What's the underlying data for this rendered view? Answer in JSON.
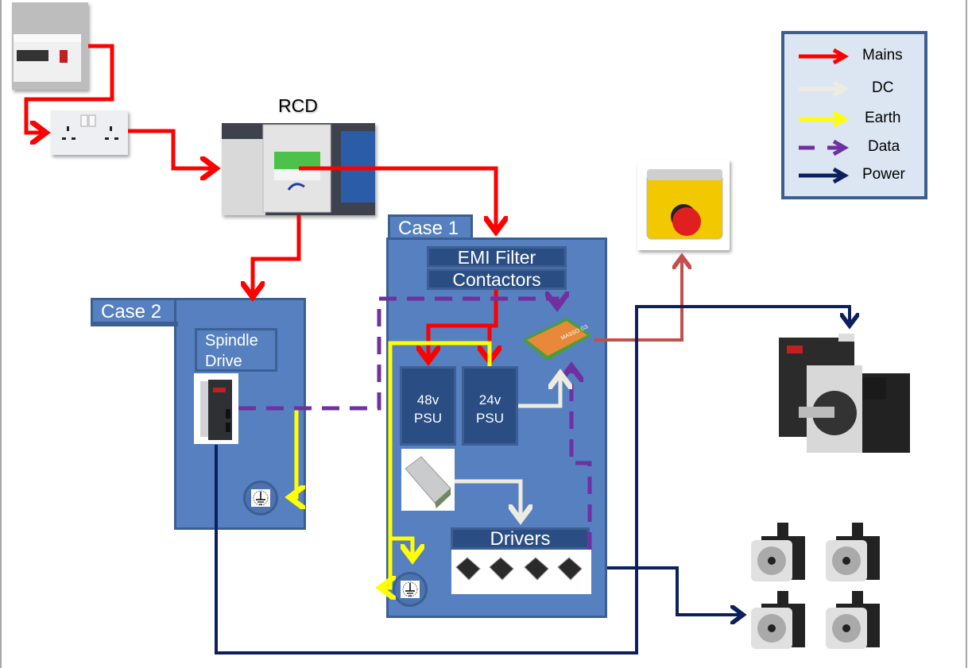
{
  "diagram": {
    "rcd_title": "RCD",
    "case1": {
      "tab_label": "Case 1",
      "emi_filter_label": "EMI Filter",
      "contactors_label": "Contactors",
      "psu48_label_line1": "48v",
      "psu48_label_line2": "PSU",
      "psu24_label_line1": "24v",
      "psu24_label_line2": "PSU",
      "drivers_label": "Drivers",
      "controller_brand": "MASSO G3"
    },
    "case2": {
      "tab_label": "Case 2",
      "spindle_drive_line1": "Spindle",
      "spindle_drive_line2": "Drive"
    },
    "components": {
      "consumer_unit": "consumer-unit-photo",
      "wall_socket": "double-wall-socket-photo",
      "rcd_box": "rcd-enclosure-photo",
      "estop": "emergency-stop-button-photo",
      "spindle_servo": "spindle-servo-motor-and-drive-photo",
      "stepper_motors": "four-servo-motors-photo"
    }
  },
  "legend": {
    "items": [
      {
        "label": "Mains",
        "color": "#ff0000",
        "style": "solid"
      },
      {
        "label": "DC",
        "color": "#eeece1",
        "style": "solid"
      },
      {
        "label": "Earth",
        "color": "#ffff00",
        "style": "solid"
      },
      {
        "label": "Data",
        "color": "#7030a0",
        "style": "dashed"
      },
      {
        "label": "Power",
        "color": "#0c2060",
        "style": "solid"
      }
    ]
  },
  "colors": {
    "mains": "#ff0000",
    "dc": "#eeece1",
    "earth": "#ffff00",
    "data": "#7030a0",
    "power": "#0c2060",
    "estop_signal": "#c0504d",
    "case_fill": "#5680c0",
    "case_border": "#3c5f92",
    "label_fill": "#2a4e83",
    "legend_fill": "#dce6f2"
  }
}
